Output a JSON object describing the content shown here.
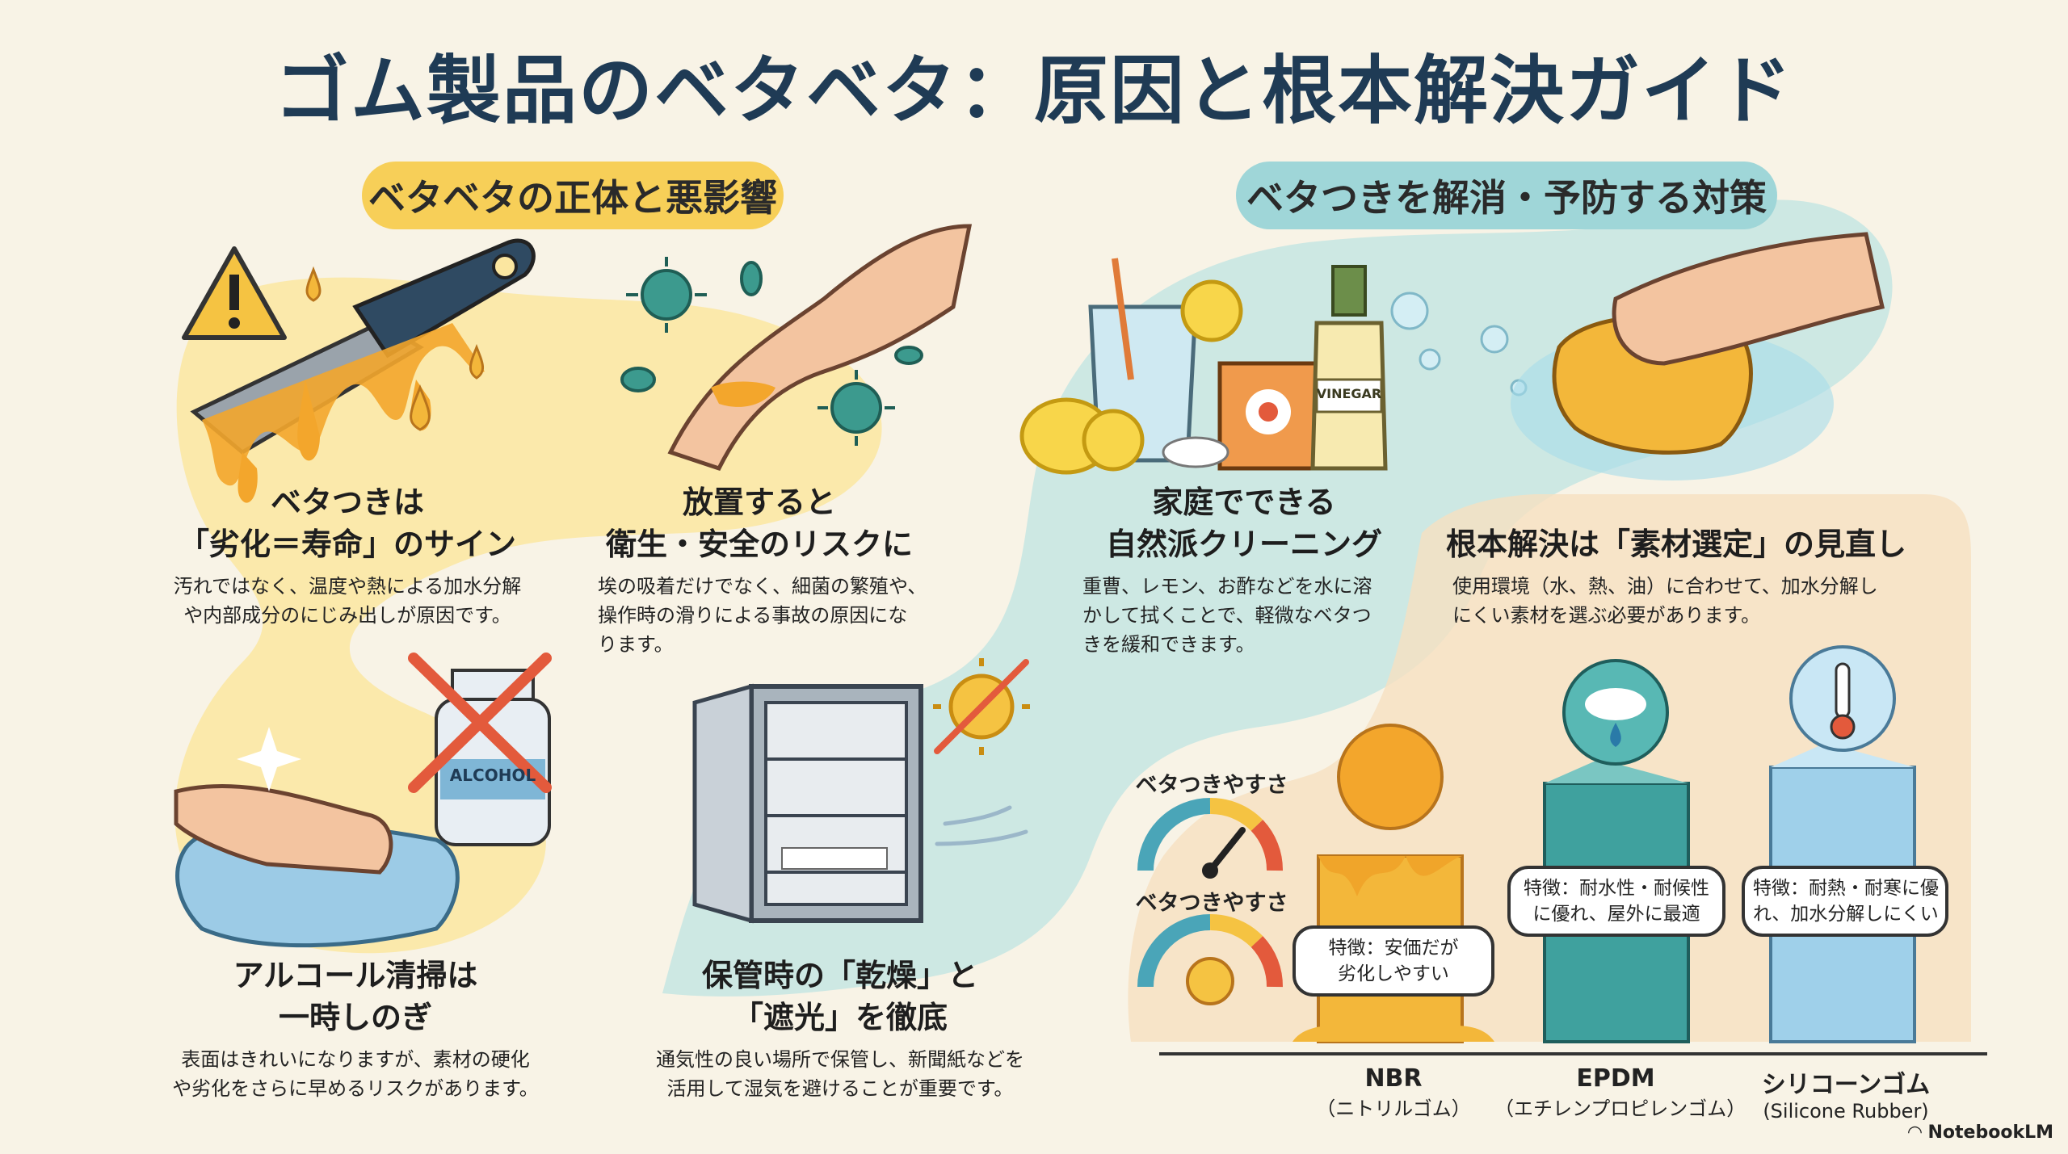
{
  "title": "ゴム製品のベタベタ：原因と根本解決ガイド",
  "left_section": {
    "badge": "ベタベタの正体と悪影響",
    "cards": [
      {
        "heading_1": "ベタつきは",
        "heading_2": "「劣化＝寿命」のサイン",
        "body_1": "汚れではなく、温度や熱による加水分解",
        "body_2": "や内部成分のにじみ出しが原因です。"
      },
      {
        "heading_1": "放置すると",
        "heading_2": "衛生・安全のリスクに",
        "body_1": "埃の吸着だけでなく、細菌の繁殖や、",
        "body_2": "操作時の滑りによる事故の原因にな",
        "body_3": "ります。"
      },
      {
        "heading_1": "アルコール清掃は",
        "heading_2": "一時しのぎ",
        "body_1": "表面はきれいになりますが、素材の硬化",
        "body_2": "や劣化をさらに早めるリスクがあります。"
      },
      {
        "heading_1": "保管時の「乾燥」と",
        "heading_2": "「遮光」を徹底",
        "body_1": "通気性の良い場所で保管し、新聞紙などを",
        "body_2": "活用して湿気を避けることが重要です。"
      }
    ],
    "alcohol_label": "ALCOHOL"
  },
  "right_section": {
    "badge": "ベタつきを解消・予防する対策",
    "natural": {
      "heading_1": "家庭でできる",
      "heading_2": "自然派クリーニング",
      "body_1": "重曹、レモン、お酢などを水に溶",
      "body_2": "かして拭くことで、軽微なベタつ",
      "body_3": "きを緩和できます。"
    },
    "vinegar_label": "VINEGAR",
    "material": {
      "heading": "根本解決は「素材選定」の見直し",
      "body_1": "使用環境（水、熱、油）に合わせて、加水分解し",
      "body_2": "にくい素材を選ぶ必要があります。"
    },
    "gauge_label_1": "ベタつきやすさ",
    "gauge_label_2": "ベタつきやすさ",
    "materials": [
      {
        "name": "NBR",
        "sub": "（ニトリルゴム）",
        "feature_1": "特徴：安価だが",
        "feature_2": "劣化しやすい"
      },
      {
        "name": "EPDM",
        "sub": "（エチレンプロピレンゴム）",
        "feature_1": "特徴：耐水性・耐候性",
        "feature_2": "に優れ、屋外に最適"
      },
      {
        "name": "シリコーンゴム",
        "sub": "(Silicone Rubber)",
        "feature_1": "特徴：耐熱・耐寒に優",
        "feature_2": "れ、加水分解しにくい"
      }
    ]
  },
  "brand": "NotebookLM",
  "colors": {
    "navy": "#1f3b55",
    "yellow": "#f7cf58",
    "teal": "#9fd6d8",
    "orange": "#f3a62c",
    "cream": "#f8f3e6"
  }
}
